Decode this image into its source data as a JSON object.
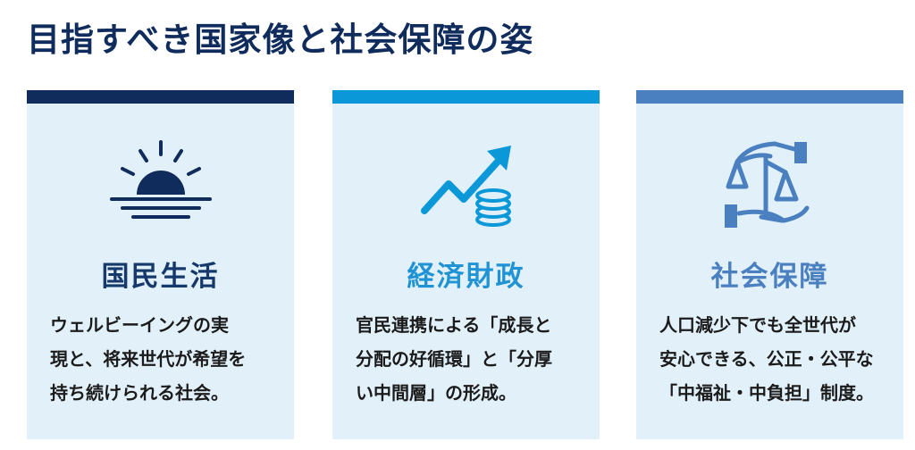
{
  "title": "目指すべき国家像と社会保障の姿",
  "colors": {
    "navy": "#0f2c5c",
    "sky": "#0b98d8",
    "steel": "#4a7fc0",
    "card_bg": "#e2f0f9"
  },
  "cards": [
    {
      "icon": "sunrise-icon",
      "heading": "国民生活",
      "lines": [
        "ウェルビーイングの実",
        "現と、将来世代が希望を",
        "持ち続けられる社会。"
      ]
    },
    {
      "icon": "growth-chart-coins-icon",
      "heading": "経済財政",
      "lines": [
        "官民連携による「成長と",
        "分配の好循環」と「分厚",
        "い中間層」の形成。"
      ]
    },
    {
      "icon": "hands-scales-icon",
      "heading": "社会保障",
      "lines": [
        "人口減少下でも全世代が",
        "安心できる、公正・公平な",
        "「中福祉・中負担」制度。"
      ]
    }
  ]
}
